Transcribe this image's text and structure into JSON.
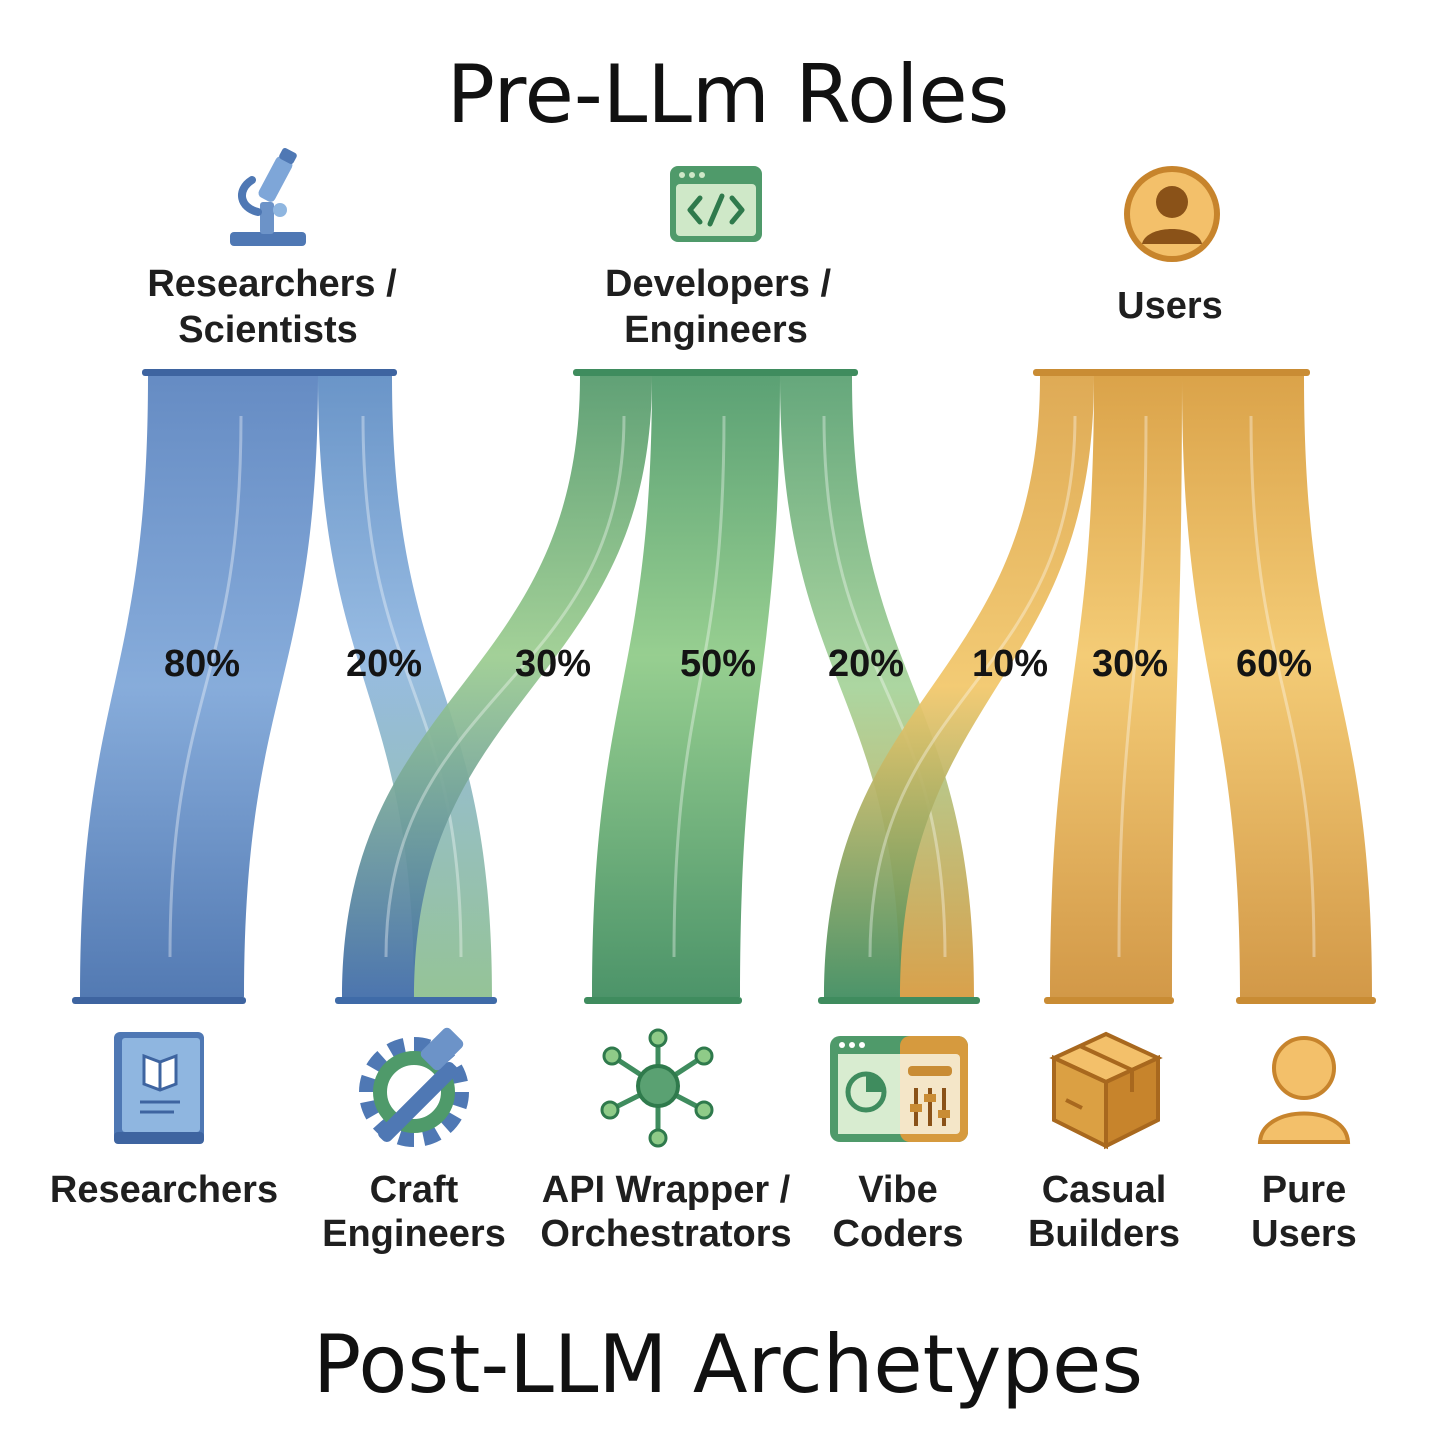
{
  "title_top": "Pre-LLm Roles",
  "title_bottom": "Post-LLM Archetypes",
  "colors": {
    "researchers": "#4f78b4",
    "developers": "#4f9a6a",
    "users": "#dba043"
  },
  "chart_data": {
    "type": "sankey",
    "sources": [
      {
        "id": "researchers",
        "label": [
          "Researchers /",
          "Scientists"
        ],
        "icon": "microscope-icon",
        "color": "#4f78b4"
      },
      {
        "id": "developers",
        "label": [
          "Developers /",
          "Engineers"
        ],
        "icon": "code-window-icon",
        "color": "#4f9a6a"
      },
      {
        "id": "users",
        "label": [
          "Users"
        ],
        "icon": "user-circle-icon",
        "color": "#dba043"
      }
    ],
    "targets": [
      {
        "id": "researchers-t",
        "label": [
          "Researchers"
        ],
        "icon": "book-icon"
      },
      {
        "id": "craft",
        "label": [
          "Craft",
          "Engineers"
        ],
        "icon": "gear-hammer-icon"
      },
      {
        "id": "api",
        "label": [
          "API Wrapper /",
          "Orchestrators"
        ],
        "icon": "network-icon"
      },
      {
        "id": "vibe",
        "label": [
          "Vibe",
          "Coders"
        ],
        "icon": "dashboard-icon"
      },
      {
        "id": "casual",
        "label": [
          "Casual",
          "Builders"
        ],
        "icon": "box-icon"
      },
      {
        "id": "pure",
        "label": [
          "Pure",
          "Users"
        ],
        "icon": "person-icon"
      }
    ],
    "flows": [
      {
        "from": "researchers",
        "to": "researchers-t",
        "value": 80,
        "label": "80%"
      },
      {
        "from": "researchers",
        "to": "craft",
        "value": 20,
        "label": "20%"
      },
      {
        "from": "developers",
        "to": "craft",
        "value": 30,
        "label": "30%"
      },
      {
        "from": "developers",
        "to": "api",
        "value": 50,
        "label": "50%"
      },
      {
        "from": "developers",
        "to": "vibe",
        "value": 20,
        "label": "20%"
      },
      {
        "from": "users",
        "to": "vibe",
        "value": 10,
        "label": "10%"
      },
      {
        "from": "users",
        "to": "casual",
        "value": 30,
        "label": "30%"
      },
      {
        "from": "users",
        "to": "pure",
        "value": 60,
        "label": "60%"
      }
    ]
  }
}
